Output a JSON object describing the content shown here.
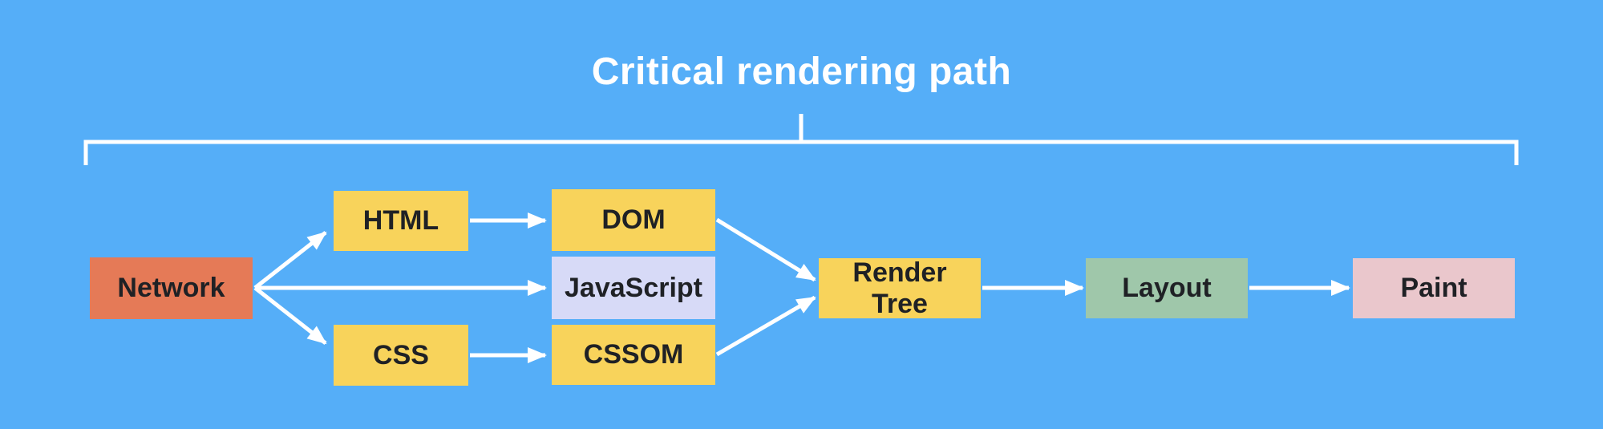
{
  "title": "Critical rendering path",
  "colors": {
    "background": "#55AEF8",
    "line": "#FFFFFF",
    "text": "#1F2125",
    "title_text": "#FFFFFF",
    "node_yellow": "#F8D35B",
    "node_salmon": "#E57A57",
    "node_lavender": "#D7DAF7",
    "node_green": "#9FC7AA",
    "node_pink": "#EAC7CC"
  },
  "nodes": [
    {
      "id": "network",
      "label": "Network",
      "fill": "#E57A57"
    },
    {
      "id": "html",
      "label": "HTML",
      "fill": "#F8D35B"
    },
    {
      "id": "css",
      "label": "CSS",
      "fill": "#F8D35B"
    },
    {
      "id": "dom",
      "label": "DOM",
      "fill": "#F8D35B"
    },
    {
      "id": "javascript",
      "label": "JavaScript",
      "fill": "#D7DAF7"
    },
    {
      "id": "cssom",
      "label": "CSSOM",
      "fill": "#F8D35B"
    },
    {
      "id": "render-tree",
      "label": "Render\nTree",
      "fill": "#F8D35B"
    },
    {
      "id": "layout",
      "label": "Layout",
      "fill": "#9FC7AA"
    },
    {
      "id": "paint",
      "label": "Paint",
      "fill": "#EAC7CC"
    }
  ],
  "edges": [
    {
      "from": "Network",
      "to": "HTML"
    },
    {
      "from": "Network",
      "to": "JavaScript"
    },
    {
      "from": "Network",
      "to": "CSS"
    },
    {
      "from": "HTML",
      "to": "DOM"
    },
    {
      "from": "CSS",
      "to": "CSSOM"
    },
    {
      "from": "DOM",
      "to": "Render Tree"
    },
    {
      "from": "CSSOM",
      "to": "Render Tree"
    },
    {
      "from": "Render Tree",
      "to": "Layout"
    },
    {
      "from": "Layout",
      "to": "Paint"
    }
  ]
}
